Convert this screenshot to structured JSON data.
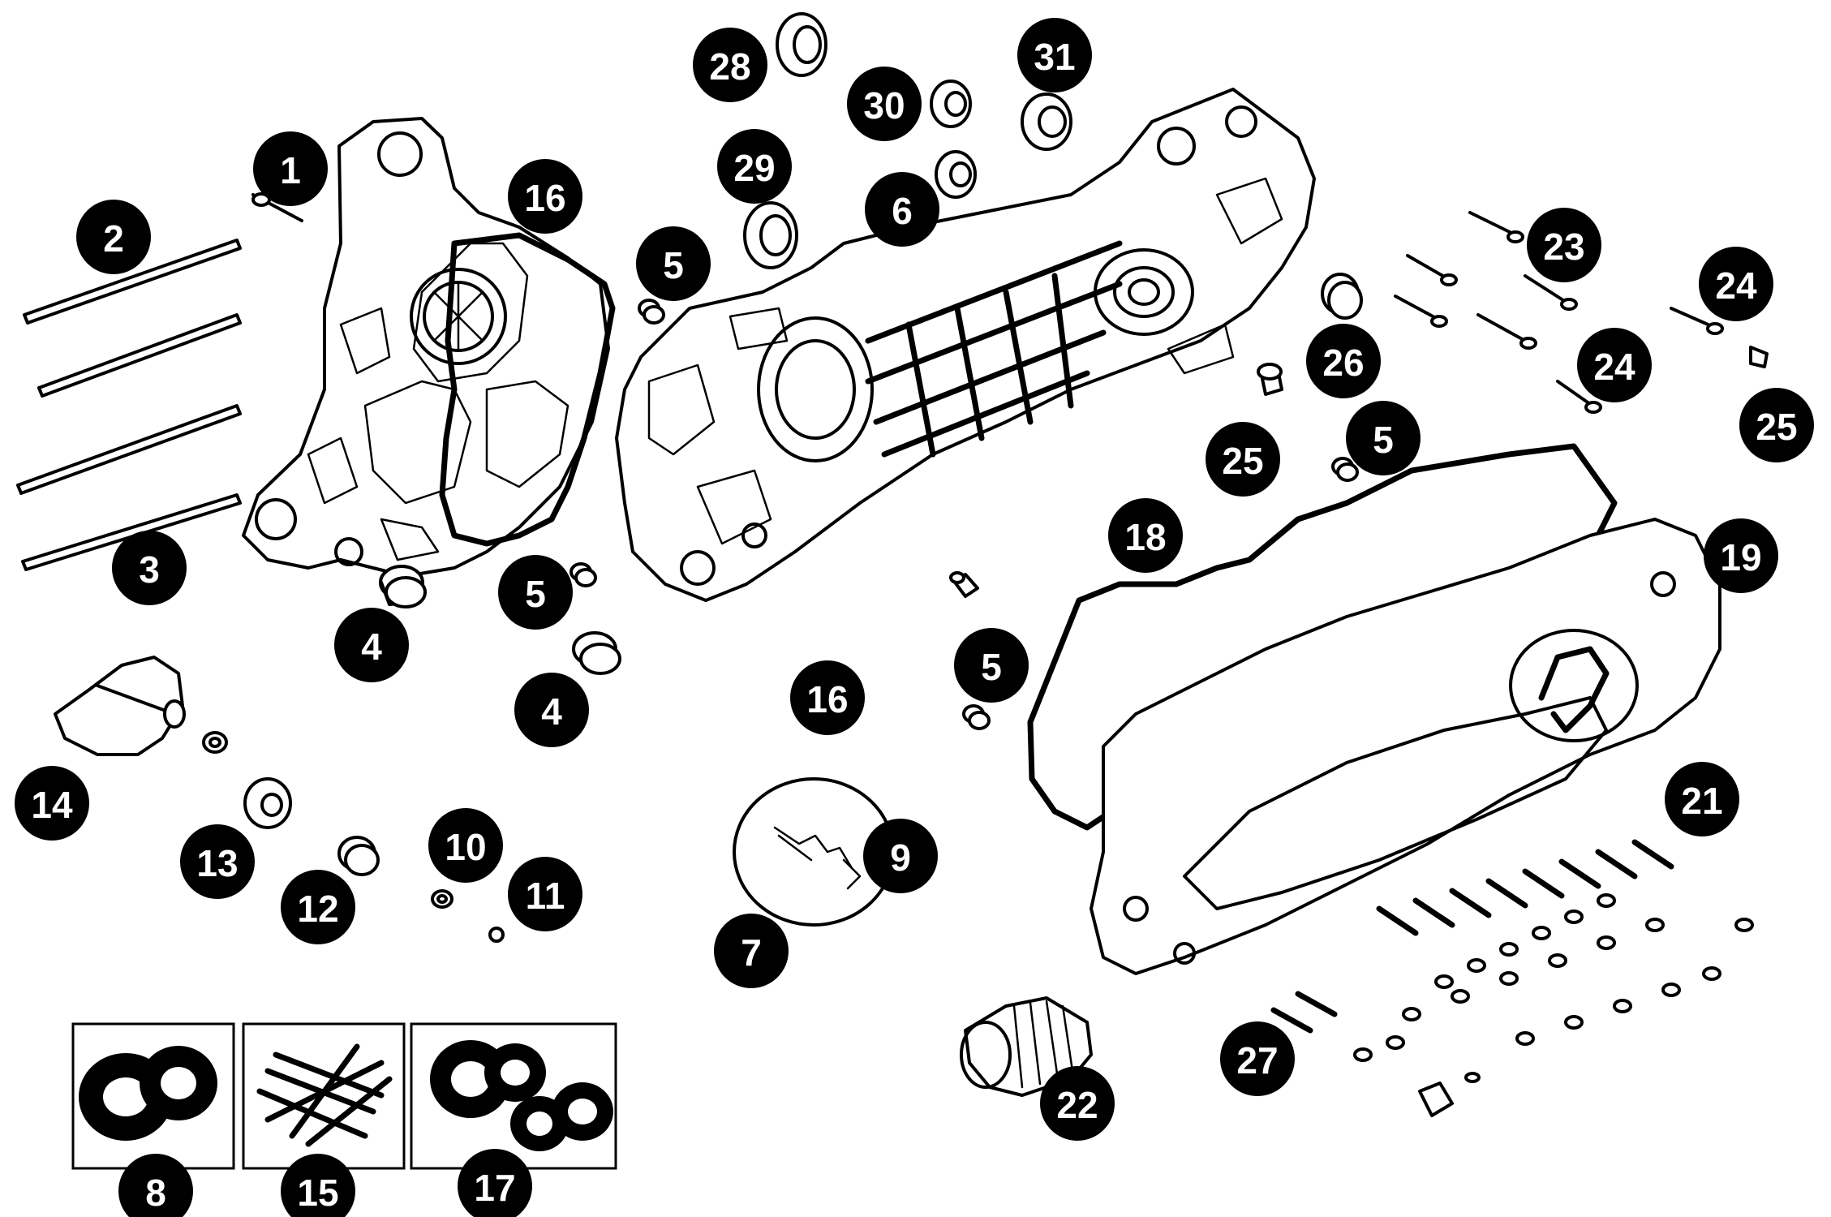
{
  "diagram": {
    "callouts": [
      {
        "id": "c1",
        "label": "1"
      },
      {
        "id": "c2",
        "label": "2"
      },
      {
        "id": "c3",
        "label": "3"
      },
      {
        "id": "c4a",
        "label": "4"
      },
      {
        "id": "c4b",
        "label": "4"
      },
      {
        "id": "c5a",
        "label": "5"
      },
      {
        "id": "c5b",
        "label": "5"
      },
      {
        "id": "c5c",
        "label": "5"
      },
      {
        "id": "c5d",
        "label": "5"
      },
      {
        "id": "c6",
        "label": "6"
      },
      {
        "id": "c7",
        "label": "7"
      },
      {
        "id": "c8",
        "label": "8"
      },
      {
        "id": "c9",
        "label": "9"
      },
      {
        "id": "c10",
        "label": "10"
      },
      {
        "id": "c11",
        "label": "11"
      },
      {
        "id": "c12",
        "label": "12"
      },
      {
        "id": "c13",
        "label": "13"
      },
      {
        "id": "c14",
        "label": "14"
      },
      {
        "id": "c15",
        "label": "15"
      },
      {
        "id": "c16a",
        "label": "16"
      },
      {
        "id": "c16b",
        "label": "16"
      },
      {
        "id": "c17",
        "label": "17"
      },
      {
        "id": "c18",
        "label": "18"
      },
      {
        "id": "c19",
        "label": "19"
      },
      {
        "id": "c21",
        "label": "21"
      },
      {
        "id": "c22",
        "label": "22"
      },
      {
        "id": "c23",
        "label": "23"
      },
      {
        "id": "c24a",
        "label": "24"
      },
      {
        "id": "c24b",
        "label": "24"
      },
      {
        "id": "c25a",
        "label": "25"
      },
      {
        "id": "c25b",
        "label": "25"
      },
      {
        "id": "c26",
        "label": "26"
      },
      {
        "id": "c27",
        "label": "27"
      },
      {
        "id": "c28",
        "label": "28"
      },
      {
        "id": "c29",
        "label": "29"
      },
      {
        "id": "c30",
        "label": "30"
      },
      {
        "id": "c31",
        "label": "31"
      }
    ]
  },
  "colors": {
    "ink": "#000000",
    "paper": "#ffffff"
  }
}
